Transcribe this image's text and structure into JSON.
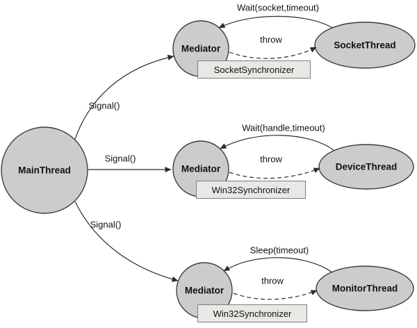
{
  "diagram": {
    "main_thread": {
      "label": "MainThread"
    },
    "signals": [
      "Signal()",
      "Signal()",
      "Signal()"
    ],
    "rows": [
      {
        "mediator": "Mediator",
        "synchronizer": "SocketSynchronizer",
        "thread": "SocketThread",
        "wait_label": "Wait(socket,timeout)",
        "throw_label": "throw"
      },
      {
        "mediator": "Mediator",
        "synchronizer": "Win32Synchronizer",
        "thread": "DeviceThread",
        "wait_label": "Wait(handle,timeout)",
        "throw_label": "throw"
      },
      {
        "mediator": "Mediator",
        "synchronizer": "Win32Synchronizer",
        "thread": "MonitorThread",
        "wait_label": "Sleep(timeout)",
        "throw_label": "throw"
      }
    ],
    "colors": {
      "node_fill": "#cccccc",
      "node_stroke": "#3c3c3c",
      "box_fill": "#e8e8e5",
      "box_stroke": "#7d7d7d",
      "line": "#2b2b2b",
      "background": "#ffffff"
    }
  }
}
